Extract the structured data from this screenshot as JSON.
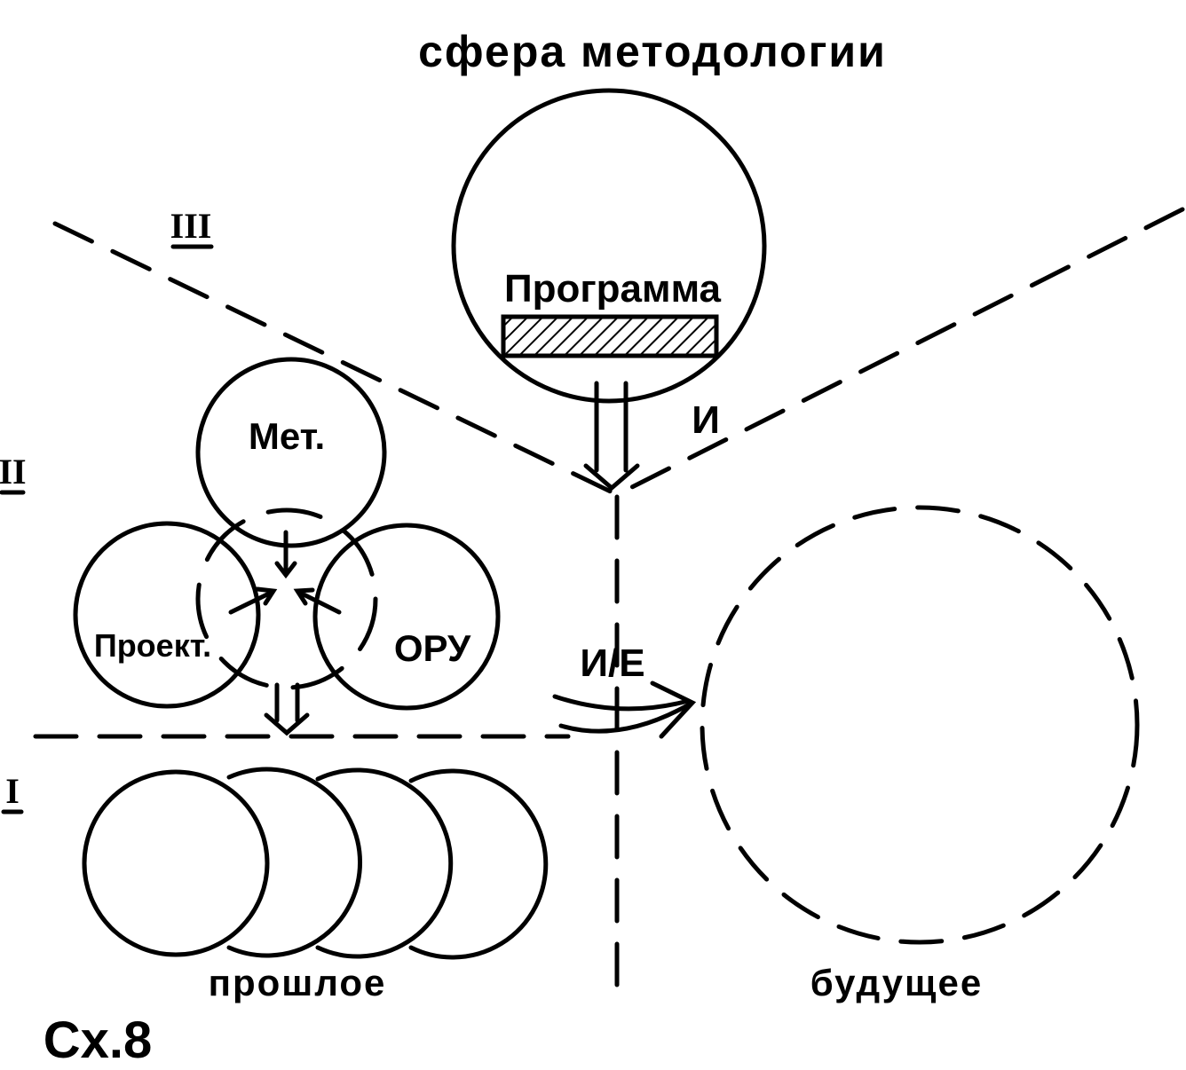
{
  "title": "сфера методологии",
  "caption": "Сх.8",
  "levels": {
    "level_1": "I",
    "level_2": "II",
    "level_3": "III"
  },
  "labels": {
    "program": "Программа",
    "met": "Мет.",
    "project": "Проект.",
    "oru": "ОРУ",
    "i_marker": "И",
    "ie_marker": "И/Е",
    "past": "прошлое",
    "future": "будущее"
  }
}
